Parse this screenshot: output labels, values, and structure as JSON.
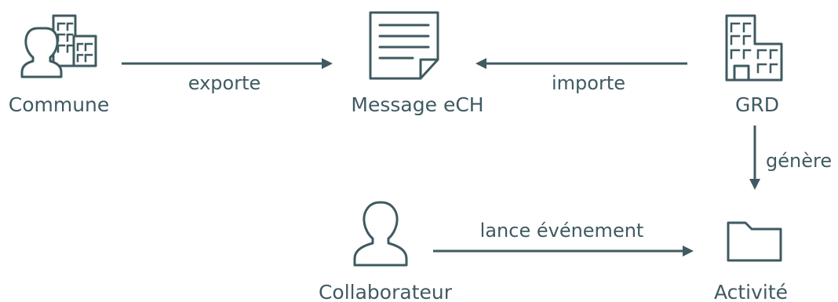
{
  "nodes": {
    "commune": {
      "label": "Commune",
      "icon": "person-with-building-icon"
    },
    "message": {
      "label": "Message eCH",
      "icon": "document-icon"
    },
    "grd": {
      "label": "GRD",
      "icon": "building-icon"
    },
    "collaborateur": {
      "label": "Collaborateur",
      "icon": "person-icon"
    },
    "activite": {
      "label": "Activité",
      "icon": "folder-icon"
    }
  },
  "edges": {
    "exporte": {
      "from": "Commune",
      "to": "Message eCH",
      "label": "exporte"
    },
    "importe": {
      "from": "GRD",
      "to": "Message eCH",
      "label": "importe"
    },
    "genere": {
      "from": "GRD",
      "to": "Activité",
      "label": "génère"
    },
    "lance": {
      "from": "Collaborateur",
      "to": "Activité",
      "label": "lance événement"
    }
  },
  "colors": {
    "ink": "#3f5a61",
    "background": "#ffffff"
  }
}
